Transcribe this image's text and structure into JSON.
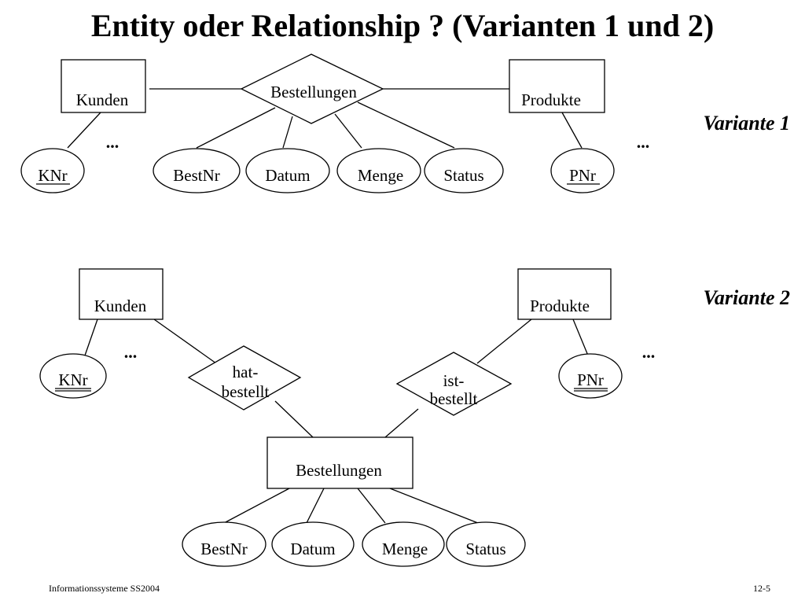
{
  "title": "Entity oder Relationship ? (Varianten 1 und 2)",
  "variant1": {
    "label": "Variante 1",
    "entity_left": "Kunden",
    "entity_right": "Produkte",
    "relationship": "Bestellungen",
    "attr_left_key": "KNr",
    "attr_right_key": "PNr",
    "rel_attrs": [
      "BestNr",
      "Datum",
      "Menge",
      "Status"
    ],
    "ellipsis": "..."
  },
  "variant2": {
    "label": "Variante 2",
    "entity_left": "Kunden",
    "entity_right": "Produkte",
    "entity_center": "Bestellungen",
    "rel_left": [
      "hat-",
      "bestellt"
    ],
    "rel_right": [
      "ist-",
      "bestellt"
    ],
    "attr_left_key": "KNr",
    "attr_right_key": "PNr",
    "center_attrs": [
      "BestNr",
      "Datum",
      "Menge",
      "Status"
    ],
    "ellipsis": "..."
  },
  "footer": {
    "left": "Informationssysteme SS2004",
    "right": "12-5"
  }
}
